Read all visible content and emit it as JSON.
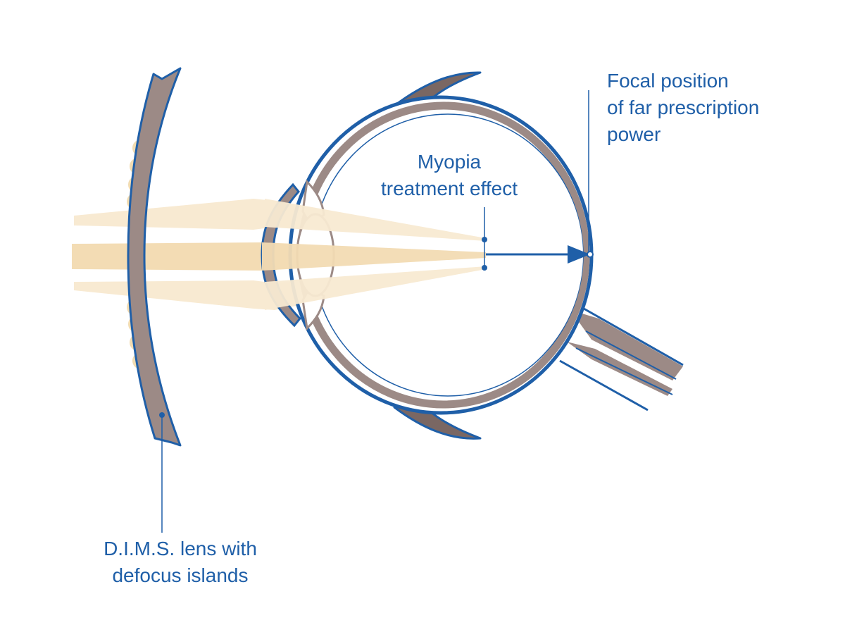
{
  "labels": {
    "focal_position": [
      "Focal position",
      "of far prescription",
      "power"
    ],
    "myopia_effect": [
      "Myopia",
      "treatment effect"
    ],
    "dims_lens": [
      "D.I.M.S. lens with",
      "defocus islands"
    ]
  },
  "colors": {
    "outline_blue": "#1f5fa8",
    "tissue_brown": "#9c8a86",
    "tissue_dark": "#7a6763",
    "light_beam": "#f3dcb4",
    "light_beam_faint": "#f8ead2",
    "lens_interior": "#ffffff",
    "background": "#ffffff"
  }
}
